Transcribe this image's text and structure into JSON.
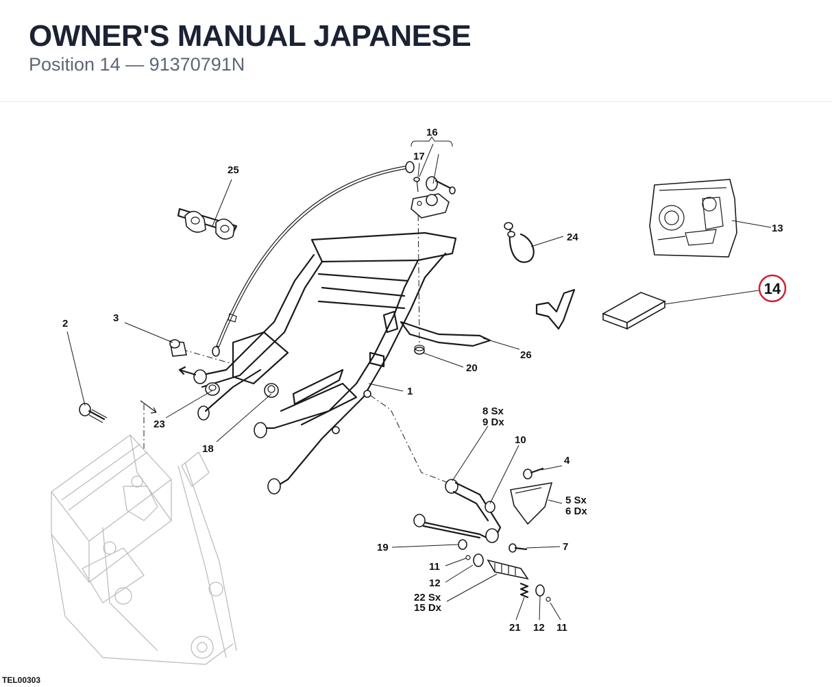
{
  "header": {
    "title": "OWNER'S MANUAL JAPANESE",
    "subtitle": "Position 14 — 91370791N"
  },
  "diagram": {
    "highlighted_callout": "14",
    "highlight_color": "#d0202f",
    "reference_code": "TEL00303",
    "callouts": {
      "c1": "1",
      "c2": "2",
      "c3": "3",
      "c4": "4",
      "c5": "5 Sx",
      "c6": "6 Dx",
      "c7": "7",
      "c8": "8 Sx",
      "c9": "9 Dx",
      "c10": "10",
      "c11a": "11",
      "c11b": "11",
      "c12a": "12",
      "c12b": "12",
      "c13": "13",
      "c14": "14",
      "c16": "16",
      "c17": "17",
      "c18": "18",
      "c19": "19",
      "c20": "20",
      "c21": "21",
      "c22": "22 Sx",
      "c15": "15 Dx",
      "c23": "23",
      "c24": "24",
      "c25": "25",
      "c26": "26"
    }
  }
}
